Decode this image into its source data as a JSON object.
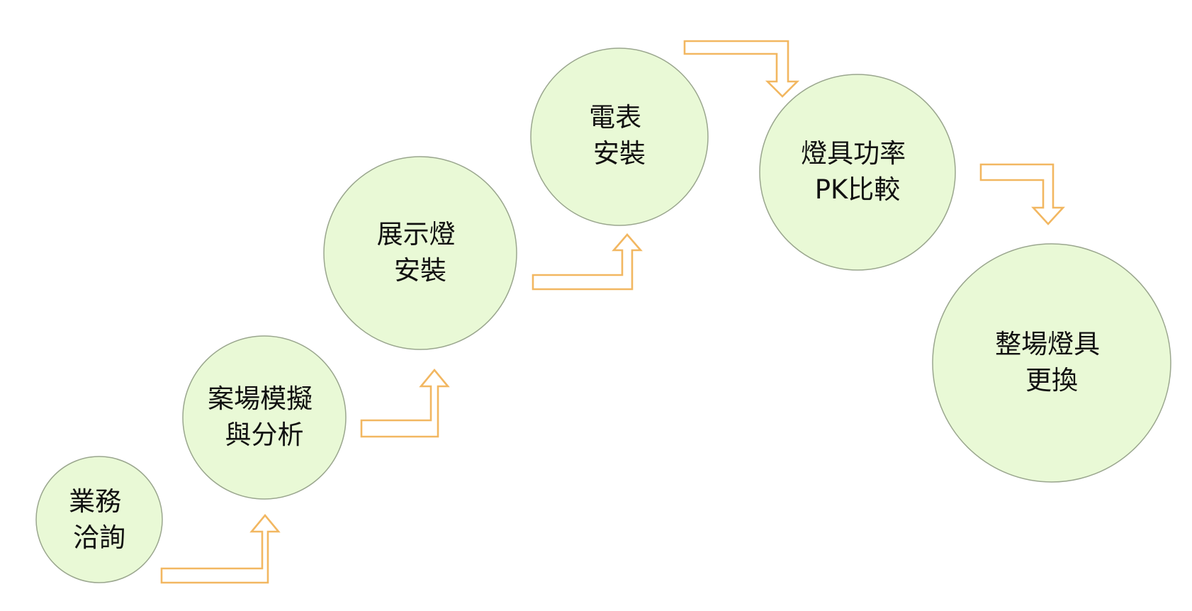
{
  "diagram": {
    "steps": [
      {
        "id": "step-1",
        "lines": [
          "業務",
          "洽詢"
        ]
      },
      {
        "id": "step-2",
        "lines": [
          "案場模擬",
          "與分析"
        ]
      },
      {
        "id": "step-3",
        "lines": [
          "展示燈",
          "安裝"
        ]
      },
      {
        "id": "step-4",
        "lines": [
          "電表",
          "安裝"
        ]
      },
      {
        "id": "step-5",
        "lines": [
          "燈具功率",
          "PK比較"
        ]
      },
      {
        "id": "step-6",
        "lines": [
          "整場燈具",
          "更換"
        ]
      }
    ],
    "colors": {
      "circle_fill": "#e9f9d6",
      "circle_stroke": "#9aa68e",
      "arrow_stroke": "#f2b761",
      "text": "#111111"
    }
  }
}
